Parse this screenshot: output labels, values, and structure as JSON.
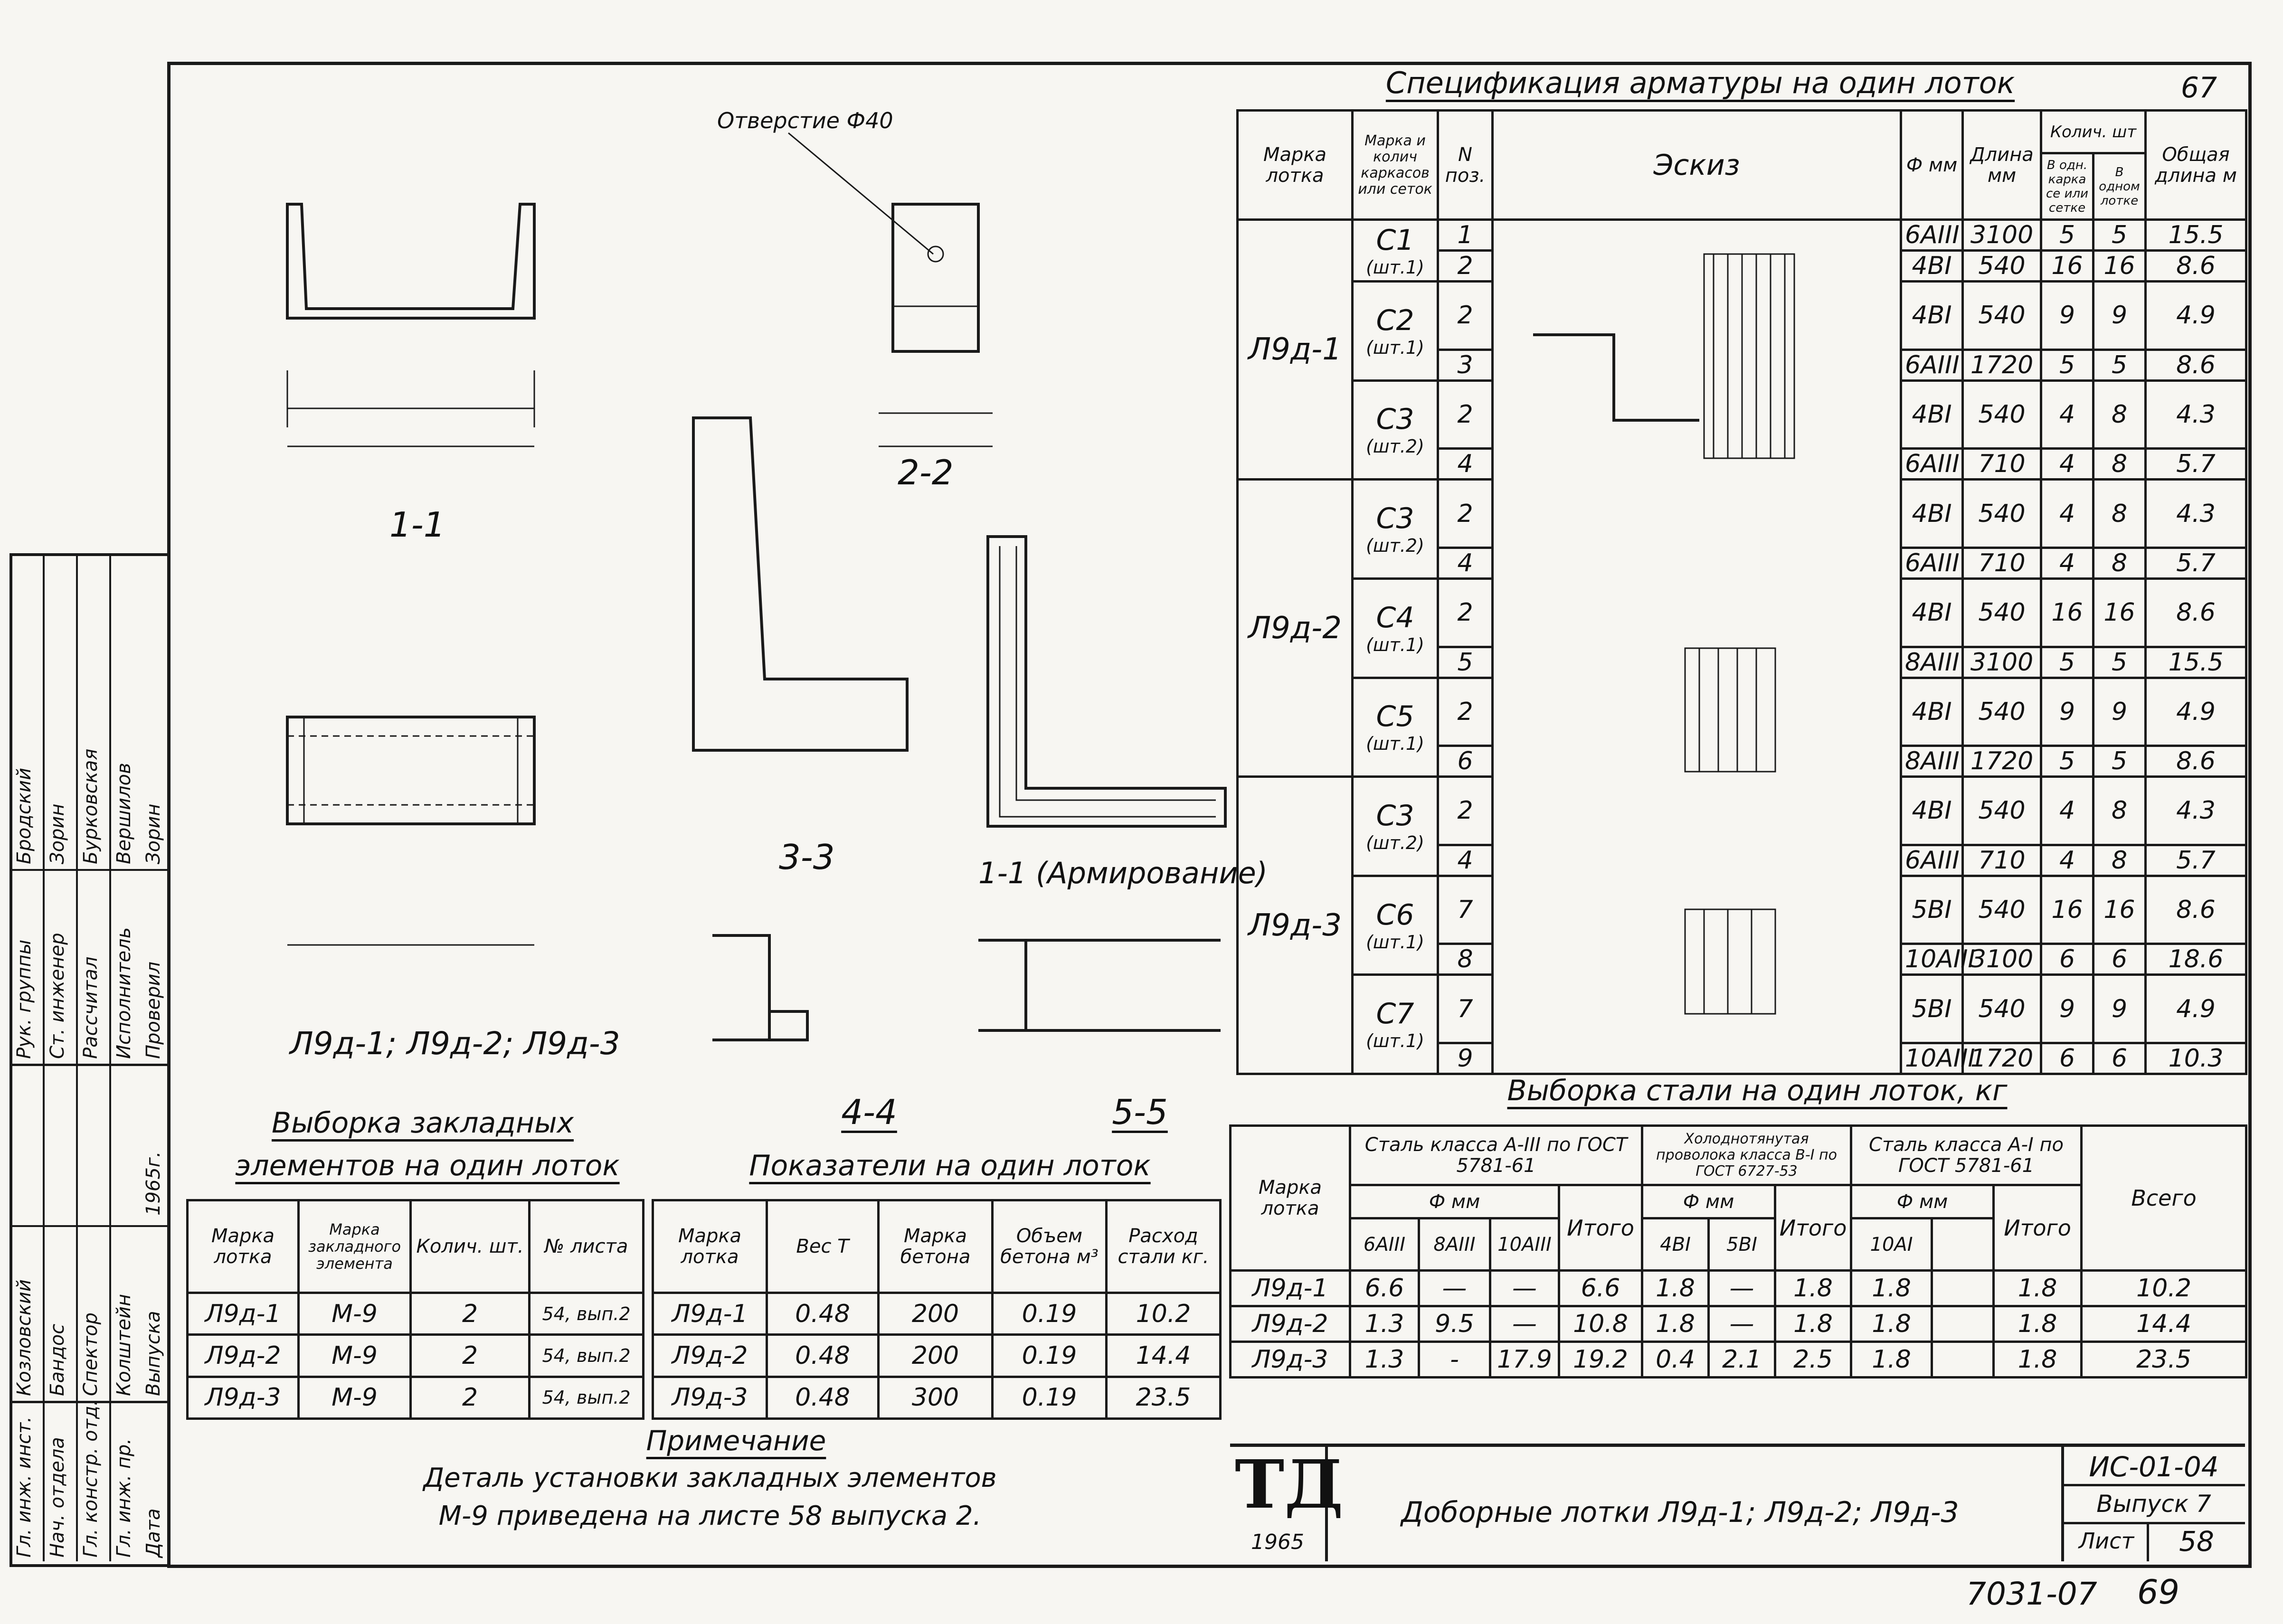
{
  "sheet_corner_number": "67",
  "rebar_spec": {
    "title": "Спецификация арматуры на один лоток",
    "headers": {
      "mark": "Марка лотка",
      "frames": "Марка и колич каркасов или сеток",
      "pos": "N поз.",
      "sketch": "Эскиз",
      "dia": "Ф мм",
      "length": "Длина мм",
      "qty_group": "Колич. шт",
      "qty_frame": "В одн. карка се или сетке",
      "qty_tray": "В одном лотке",
      "total": "Общая длина м"
    },
    "groups": [
      {
        "mark": "Л9д-1",
        "frames": [
          {
            "name": "С1",
            "count": "(шт.1)"
          },
          {
            "name": "С2",
            "count": "(шт.1)"
          },
          {
            "name": "С3",
            "count": "(шт.2)"
          }
        ],
        "rows": [
          {
            "pos": "1",
            "dia": "6AIII",
            "len": "3100",
            "qf": "5",
            "qt": "5",
            "total": "15.5"
          },
          {
            "pos": "2",
            "dia": "4BI",
            "len": "540",
            "qf": "16",
            "qt": "16",
            "total": "8.6"
          },
          {
            "pos": "2",
            "dia": "4BI",
            "len": "540",
            "qf": "9",
            "qt": "9",
            "total": "4.9"
          },
          {
            "pos": "3",
            "dia": "6AIII",
            "len": "1720",
            "qf": "5",
            "qt": "5",
            "total": "8.6"
          },
          {
            "pos": "2",
            "dia": "4BI",
            "len": "540",
            "qf": "4",
            "qt": "8",
            "total": "4.3"
          },
          {
            "pos": "4",
            "dia": "6AIII",
            "len": "710",
            "qf": "4",
            "qt": "8",
            "total": "5.7"
          }
        ]
      },
      {
        "mark": "Л9д-2",
        "frames": [
          {
            "name": "С3",
            "count": "(шт.2)"
          },
          {
            "name": "С4",
            "count": "(шт.1)"
          },
          {
            "name": "С5",
            "count": "(шт.1)"
          }
        ],
        "rows": [
          {
            "pos": "2",
            "dia": "4BI",
            "len": "540",
            "qf": "4",
            "qt": "8",
            "total": "4.3"
          },
          {
            "pos": "4",
            "dia": "6AIII",
            "len": "710",
            "qf": "4",
            "qt": "8",
            "total": "5.7"
          },
          {
            "pos": "2",
            "dia": "4BI",
            "len": "540",
            "qf": "16",
            "qt": "16",
            "total": "8.6"
          },
          {
            "pos": "5",
            "dia": "8AIII",
            "len": "3100",
            "qf": "5",
            "qt": "5",
            "total": "15.5"
          },
          {
            "pos": "2",
            "dia": "4BI",
            "len": "540",
            "qf": "9",
            "qt": "9",
            "total": "4.9"
          },
          {
            "pos": "6",
            "dia": "8AIII",
            "len": "1720",
            "qf": "5",
            "qt": "5",
            "total": "8.6"
          }
        ]
      },
      {
        "mark": "Л9д-3",
        "frames": [
          {
            "name": "С3",
            "count": "(шт.2)"
          },
          {
            "name": "С6",
            "count": "(шт.1)"
          },
          {
            "name": "С7",
            "count": "(шт.1)"
          }
        ],
        "rows": [
          {
            "pos": "2",
            "dia": "4BI",
            "len": "540",
            "qf": "4",
            "qt": "8",
            "total": "4.3"
          },
          {
            "pos": "4",
            "dia": "6AIII",
            "len": "710",
            "qf": "4",
            "qt": "8",
            "total": "5.7"
          },
          {
            "pos": "7",
            "dia": "5BI",
            "len": "540",
            "qf": "16",
            "qt": "16",
            "total": "8.6"
          },
          {
            "pos": "8",
            "dia": "10AIII",
            "len": "3100",
            "qf": "6",
            "qt": "6",
            "total": "18.6"
          },
          {
            "pos": "7",
            "dia": "5BI",
            "len": "540",
            "qf": "9",
            "qt": "9",
            "total": "4.9"
          },
          {
            "pos": "9",
            "dia": "10AIII",
            "len": "1720",
            "qf": "6",
            "qt": "6",
            "total": "10.3"
          }
        ]
      }
    ]
  },
  "steel_sample": {
    "title": "Выборка стали на один лоток, кг",
    "headers": {
      "mark": "Марка лотка",
      "g1": "Сталь класса А-III по ГОСТ 5781-61",
      "g2": "Холоднотянутая проволока класса В-I по ГОСТ 6727-53",
      "g3": "Сталь класса А-I по ГОСТ 5781-61",
      "fmm": "Ф мм",
      "c1": "6AIII",
      "c2": "8AIII",
      "c3": "10AIII",
      "c4": "Итого",
      "c5": "4BI",
      "c6": "5BI",
      "c7": "Итого",
      "c8": "10AI",
      "c9": "",
      "c10": "Итого",
      "c11": "Всего"
    },
    "rows": [
      [
        "Л9д-1",
        "6.6",
        "—",
        "—",
        "6.6",
        "1.8",
        "—",
        "1.8",
        "1.8",
        "",
        "1.8",
        "10.2"
      ],
      [
        "Л9д-2",
        "1.3",
        "9.5",
        "—",
        "10.8",
        "1.8",
        "—",
        "1.8",
        "1.8",
        "",
        "1.8",
        "14.4"
      ],
      [
        "Л9д-3",
        "1.3",
        "-",
        "17.9",
        "19.2",
        "0.4",
        "2.1",
        "2.5",
        "1.8",
        "",
        "1.8",
        "23.5"
      ]
    ]
  },
  "embedded": {
    "title_line1": "Выборка закладных",
    "title_line2": "элементов на один лоток",
    "headers": [
      "Марка лотка",
      "Марка закладного элемента",
      "Колич. шт.",
      "№ листа"
    ],
    "rows": [
      [
        "Л9д-1",
        "М-9",
        "2",
        "54, вып.2"
      ],
      [
        "Л9д-2",
        "М-9",
        "2",
        "54, вып.2"
      ],
      [
        "Л9д-3",
        "М-9",
        "2",
        "54, вып.2"
      ]
    ]
  },
  "indicators": {
    "title": "Показатели на один лоток",
    "headers": [
      "Марка лотка",
      "Вес Т",
      "Марка бетона",
      "Объем бетона м³",
      "Расход стали кг."
    ],
    "rows": [
      [
        "Л9д-1",
        "0.48",
        "200",
        "0.19",
        "10.2"
      ],
      [
        "Л9д-2",
        "0.48",
        "200",
        "0.19",
        "14.4"
      ],
      [
        "Л9д-3",
        "0.48",
        "300",
        "0.19",
        "23.5"
      ]
    ]
  },
  "note": {
    "title": "Примечание",
    "line1": "Деталь установки закладных элементов",
    "line2": "М-9 приведена на листе 58 выпуска 2."
  },
  "section_labels": {
    "s11": "1-1",
    "s22": "2-2",
    "s33": "3-3",
    "s44": "4-4",
    "s55": "5-5",
    "s11r": "1-1 (Армирование)",
    "plan": "Л9д-1; Л9д-2; Л9д-3",
    "hole": "Отверстие Ф40"
  },
  "title_block": {
    "td": "ТД",
    "year": "1965",
    "title": "Доборные лотки Л9д-1; Л9д-2; Л9д-3",
    "series": "ИС-01-04",
    "issue": "Выпуск 7",
    "sheet_label": "Лист",
    "sheet_no": "58"
  },
  "bottom": {
    "code": "7031-07",
    "page": "69"
  },
  "side_stamp": {
    "roles": [
      "Гл. инж. инст.",
      "Нач. отдела",
      "Гл. констр. отд.",
      "Гл. инж. пр.",
      "Дата"
    ],
    "names": [
      "Козловский",
      "Бандос",
      "Спектор",
      "Колштейн",
      "Выпуска"
    ],
    "roles2": [
      "Рук. группы",
      "Ст. инженер",
      "Рассчитал",
      "Исполнитель",
      "Проверил"
    ],
    "names2": [
      "Бродский",
      "Зорин",
      "Бурковская",
      "Вершилов",
      "Зорин"
    ],
    "year": "1965г."
  }
}
